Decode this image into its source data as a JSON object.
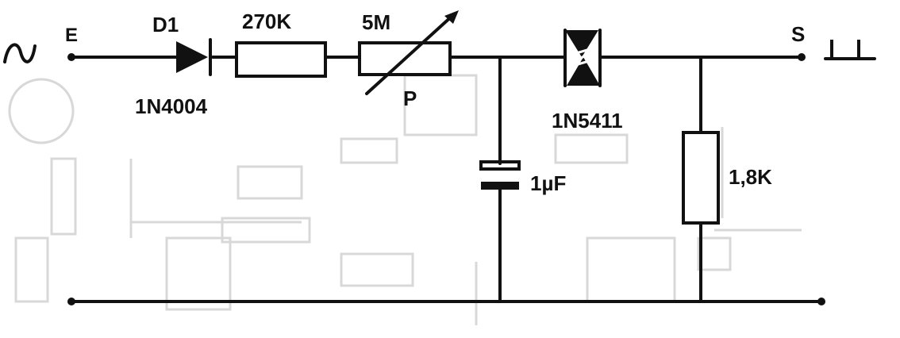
{
  "input": {
    "label": "E"
  },
  "output": {
    "label": "S"
  },
  "diode": {
    "name": "D1",
    "part": "1N4004"
  },
  "resistor_series": {
    "value": "270K"
  },
  "potentiometer": {
    "value": "5M",
    "label": "P"
  },
  "capacitor": {
    "value": "1µF"
  },
  "diac": {
    "part": "1N5411"
  },
  "resistor_load": {
    "value": "1,8K"
  }
}
